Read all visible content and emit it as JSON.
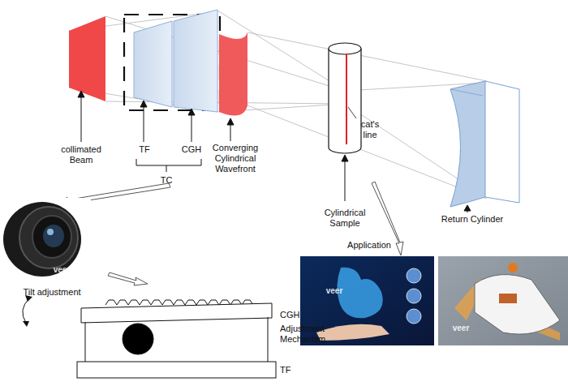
{
  "diagram": {
    "labels": [
      "collimated Beam",
      "TF",
      "CGH",
      "Converging Cylindrical Wavefront",
      "TC",
      "cat's line",
      "Cylindrical Sample",
      "Return Cylinder",
      "Application",
      "Tilt adjustment",
      "CGH",
      "Adjustment Mechanism",
      "TF",
      "veer",
      "veer",
      "veer"
    ]
  }
}
